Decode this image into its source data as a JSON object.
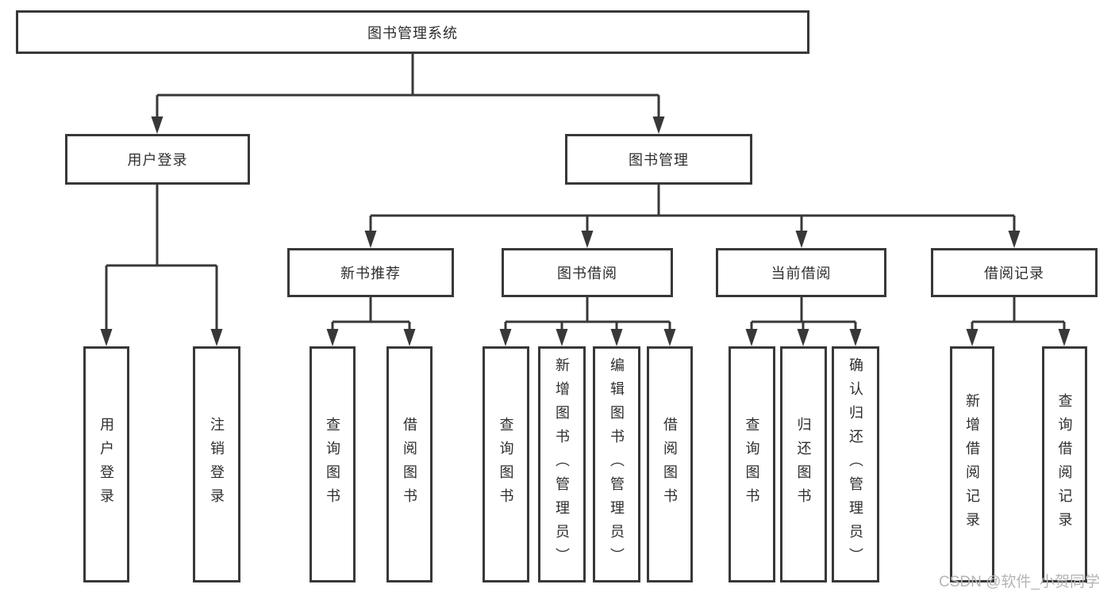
{
  "diagram_title": "图书管理系统",
  "tree": {
    "root": {
      "label": "图书管理系统"
    },
    "branches": [
      {
        "label": "用户登录",
        "children": [
          {
            "label": "用户登录"
          },
          {
            "label": "注销登录"
          }
        ]
      },
      {
        "label": "图书管理",
        "groups": [
          {
            "label": "新书推荐",
            "children": [
              {
                "label": "查询图书"
              },
              {
                "label": "借阅图书"
              }
            ]
          },
          {
            "label": "图书借阅",
            "children": [
              {
                "label": "查询图书"
              },
              {
                "label": "新增图书（管理员）"
              },
              {
                "label": "编辑图书（管理员）"
              },
              {
                "label": "借阅图书"
              }
            ]
          },
          {
            "label": "当前借阅",
            "children": [
              {
                "label": "查询图书"
              },
              {
                "label": "归还图书"
              },
              {
                "label": "确认归还（管理员）"
              }
            ]
          },
          {
            "label": "借阅记录",
            "children": [
              {
                "label": "新增借阅记录"
              },
              {
                "label": "查询借阅记录"
              }
            ]
          }
        ]
      }
    ]
  },
  "watermark": "CSDN @软件_小贺同学",
  "colors": {
    "line": "#383838",
    "text": "#2e2e2e",
    "wm": "#b5b5b5",
    "bg": "#ffffff"
  }
}
